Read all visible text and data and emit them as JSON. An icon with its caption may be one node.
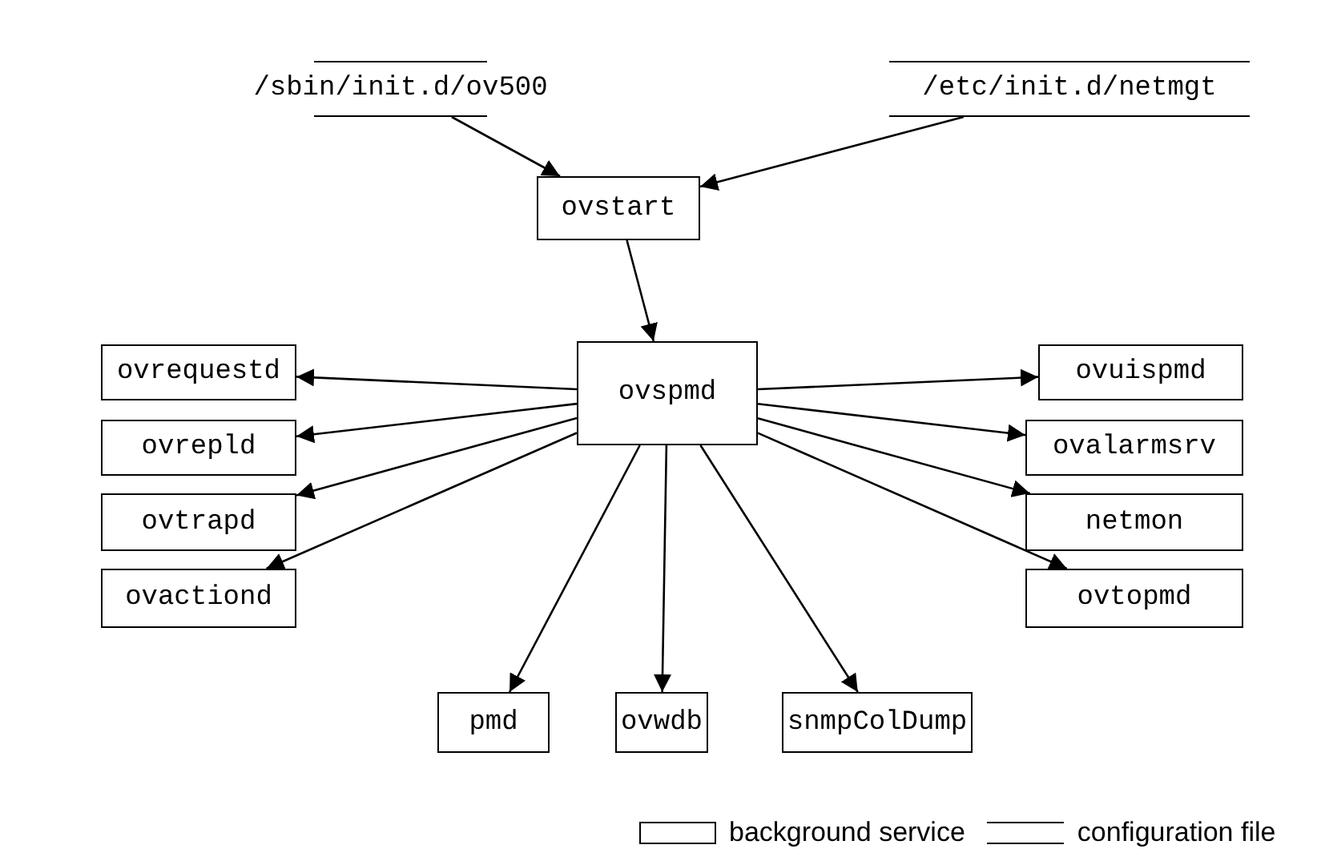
{
  "diagram": {
    "nodes": [
      {
        "text": [
          "/sbin/init.d/ov500"
        ]
      },
      {
        "text": [
          "/etc/init.d/netmgt"
        ]
      },
      {
        "text": [
          "ovstart"
        ]
      },
      {
        "text": [
          "ovspmd"
        ]
      },
      {
        "text": [
          "ovrequestd"
        ]
      },
      {
        "text": [
          "ovrepld"
        ]
      },
      {
        "text": [
          "ovtrapd"
        ]
      },
      {
        "text": [
          "ovactiond"
        ]
      },
      {
        "text": [
          "ovuispmd"
        ]
      },
      {
        "text": [
          "ovalarmsrv"
        ]
      },
      {
        "text": [
          "netmon"
        ]
      },
      {
        "text": [
          "ovtopmd"
        ]
      },
      {
        "text": [
          "pmd"
        ]
      },
      {
        "text": [
          "ovwdb"
        ]
      },
      {
        "text": [
          "snmpColDump"
        ]
      }
    ],
    "edges": [
      {
        "from": 0,
        "to": 2,
        "arrow": "to"
      },
      {
        "from": 1,
        "to": 2,
        "arrow": "to"
      },
      {
        "from": 2,
        "to": 3,
        "arrow": "to"
      },
      {
        "from": 3,
        "to": 4,
        "arrow": "to"
      },
      {
        "from": 3,
        "to": 5,
        "arrow": "to"
      },
      {
        "from": 3,
        "to": 6,
        "arrow": "to"
      },
      {
        "from": 3,
        "to": 7,
        "arrow": "to"
      },
      {
        "from": 3,
        "to": 8,
        "arrow": "to"
      },
      {
        "from": 3,
        "to": 9,
        "arrow": "to"
      },
      {
        "from": 3,
        "to": 10,
        "arrow": "to"
      },
      {
        "from": 3,
        "to": 11,
        "arrow": "to"
      },
      {
        "from": 3,
        "to": 12,
        "arrow": "to"
      },
      {
        "from": 3,
        "to": 13,
        "arrow": "to"
      },
      {
        "from": 3,
        "to": 14,
        "arrow": "to"
      }
    ],
    "legend": [
      {
        "text": "background service"
      },
      {
        "text": "configuration file"
      }
    ]
  }
}
